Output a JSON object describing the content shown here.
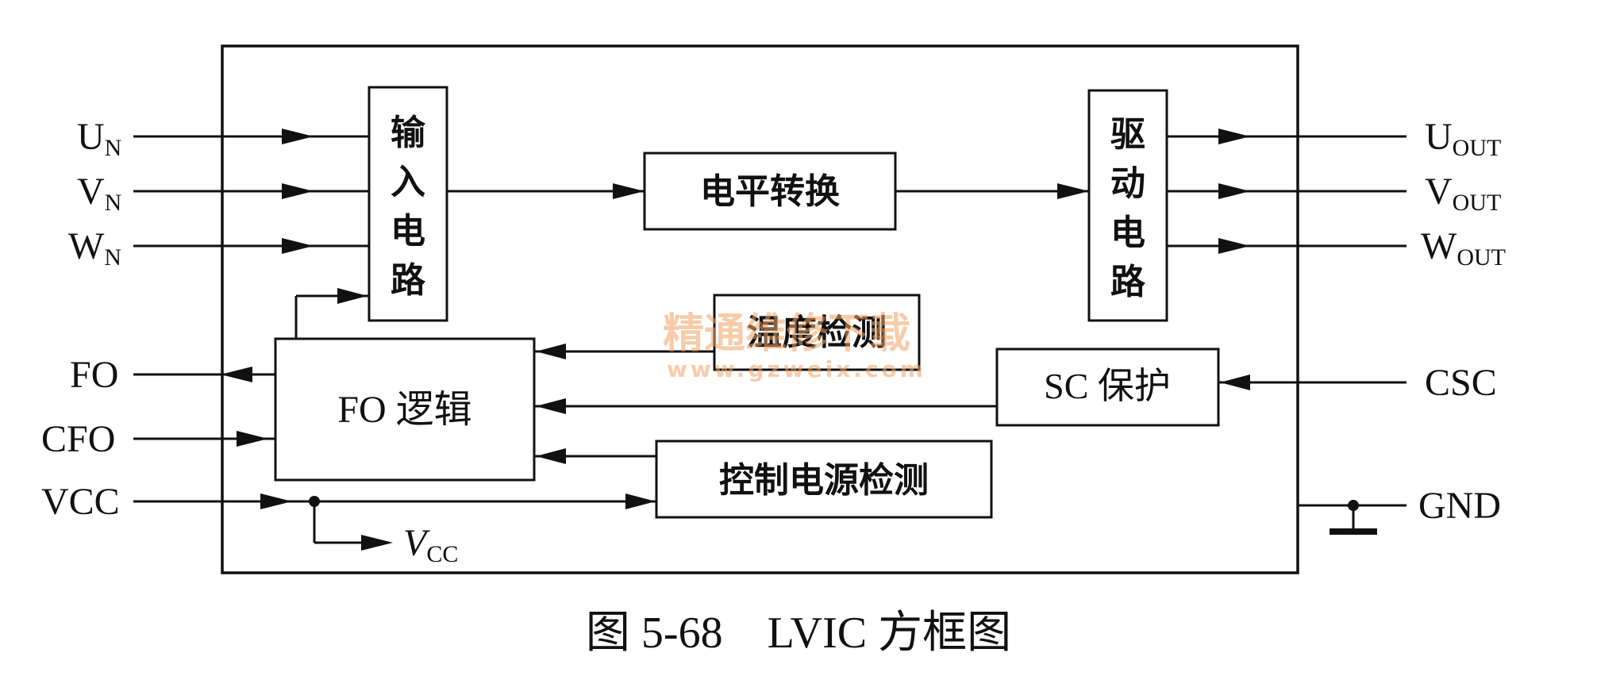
{
  "signals_in": {
    "un": {
      "main": "U",
      "sub": "N"
    },
    "vn": {
      "main": "V",
      "sub": "N"
    },
    "wn": {
      "main": "W",
      "sub": "N"
    },
    "fo": "FO",
    "cfo": "CFO",
    "vcc": "VCC"
  },
  "signals_out": {
    "uout": {
      "main": "U",
      "sub": "OUT"
    },
    "vout": {
      "main": "V",
      "sub": "OUT"
    },
    "wout": {
      "main": "W",
      "sub": "OUT"
    },
    "csc": "CSC",
    "gnd": "GND"
  },
  "internal": {
    "vcc_main": "V",
    "vcc_sub": "CC"
  },
  "blocks": {
    "input_circuit": [
      "输",
      "入",
      "电",
      "路"
    ],
    "level_shift": "电平转换",
    "drive_circuit": [
      "驱",
      "动",
      "电",
      "路"
    ],
    "temp_detect": "温度检测",
    "fo_logic": "FO 逻辑",
    "sc_protect": "SC 保护",
    "power_detect": "控制电源检测"
  },
  "caption": "图 5-68　LVIC 方框图",
  "watermark": {
    "text": "精通维修下载",
    "url": "www.gzweix.com"
  }
}
